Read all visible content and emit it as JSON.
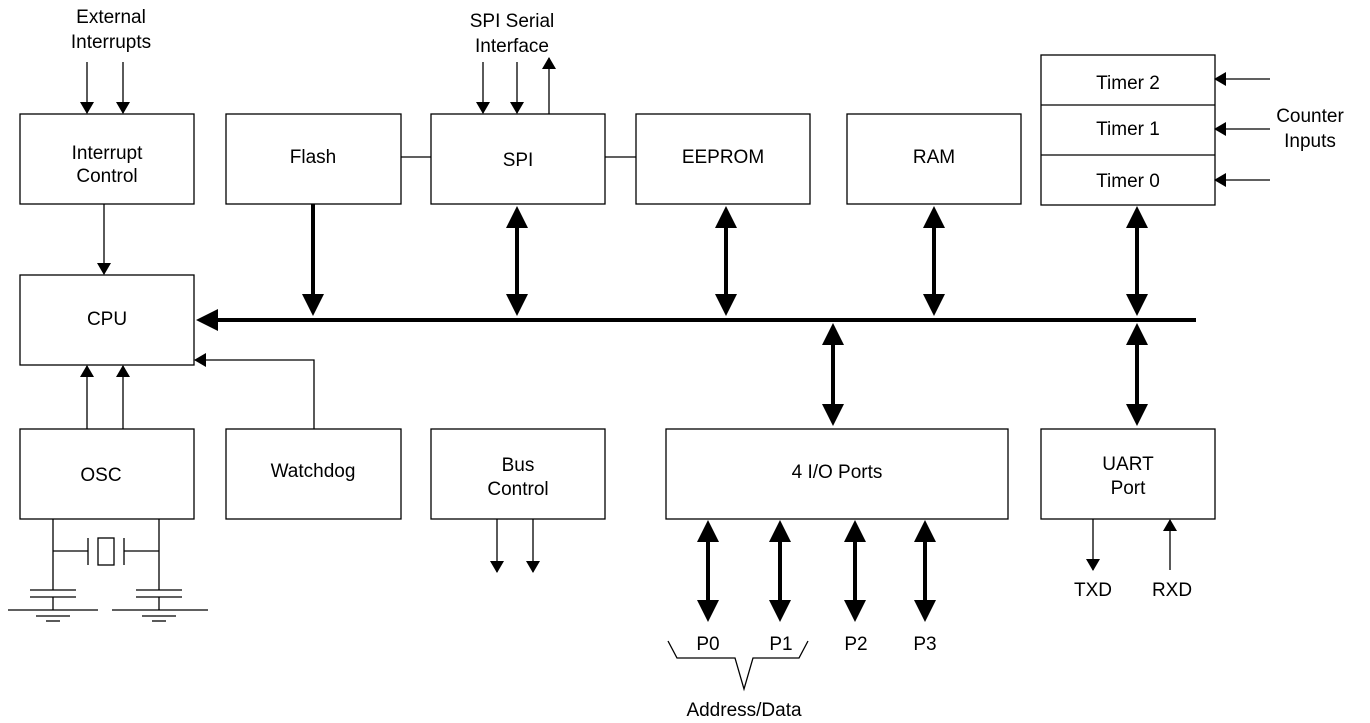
{
  "labels": {
    "external_interrupts": [
      "External",
      "Interrupts"
    ],
    "spi_serial_interface": [
      "SPI Serial",
      "Interface"
    ],
    "interrupt_control": [
      "Interrupt",
      "Control"
    ],
    "flash": "Flash",
    "spi": "SPI",
    "eeprom": "EEPROM",
    "ram": "RAM",
    "timer2": "Timer 2",
    "timer1": "Timer 1",
    "timer0": "Timer 0",
    "counter_inputs": [
      "Counter",
      "Inputs"
    ],
    "cpu": "CPU",
    "osc": "OSC",
    "watchdog": "Watchdog",
    "bus_control": [
      "Bus",
      "Control"
    ],
    "io_ports": "4 I/O Ports",
    "uart_port": [
      "UART",
      "Port"
    ],
    "txd": "TXD",
    "rxd": "RXD",
    "p0": "P0",
    "p1": "P1",
    "p2": "P2",
    "p3": "P3",
    "address_data": "Address/Data"
  }
}
